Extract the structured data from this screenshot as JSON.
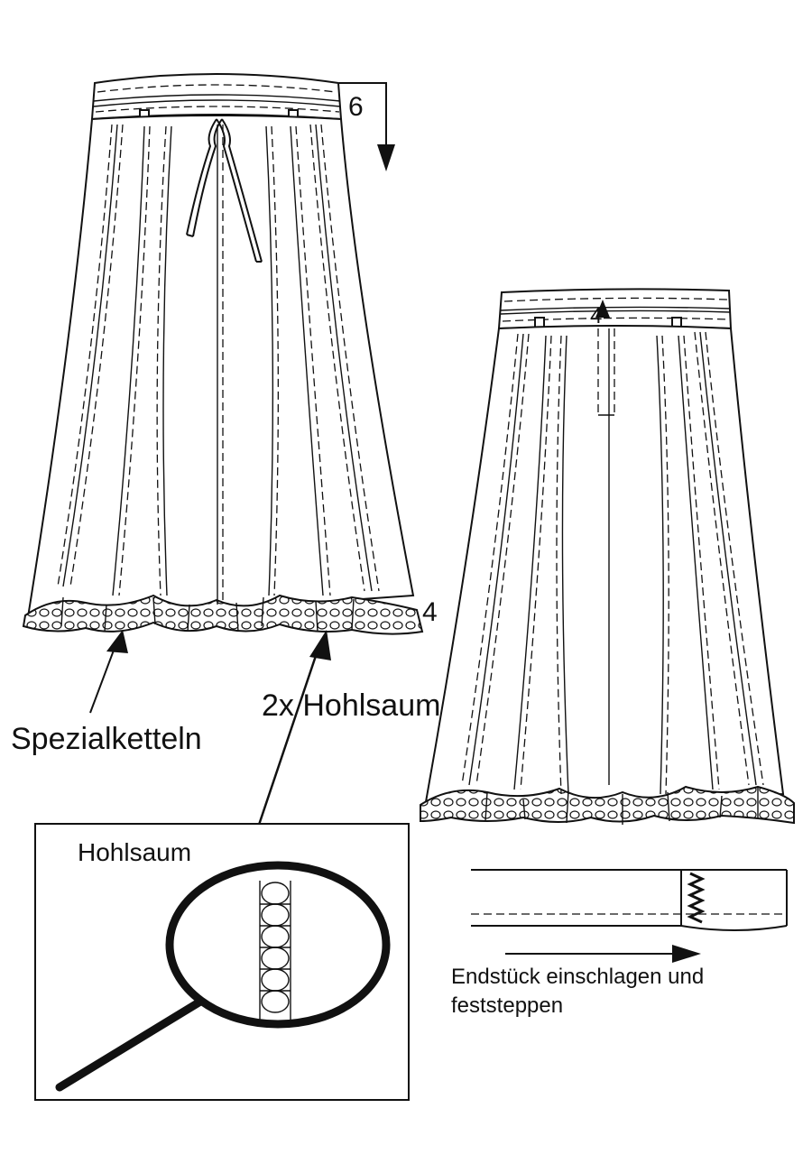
{
  "labels": {
    "marker_top": "6",
    "marker_hem": "4",
    "marker_back": "4",
    "special_seam": "Spezialketteln",
    "double_hemstitch": "2x Hohlsaum",
    "detail_title": "Hohlsaum",
    "end_piece_line1": "Endstück einschlagen und",
    "end_piece_line2": "feststeppen"
  },
  "colors": {
    "ink": "#111111",
    "paper": "#ffffff"
  }
}
